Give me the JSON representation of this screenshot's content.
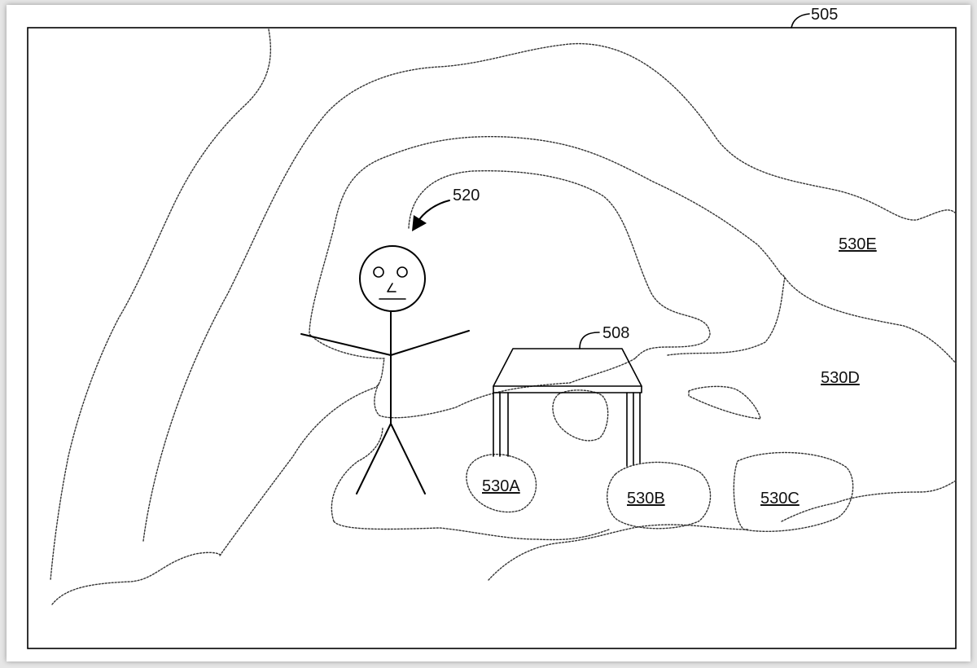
{
  "labels": {
    "figure_ref": "505",
    "person_ref": "520",
    "table_ref": "508",
    "region_a": "530A",
    "region_b": "530B",
    "region_c": "530C",
    "region_d": "530D",
    "region_e": "530E"
  }
}
